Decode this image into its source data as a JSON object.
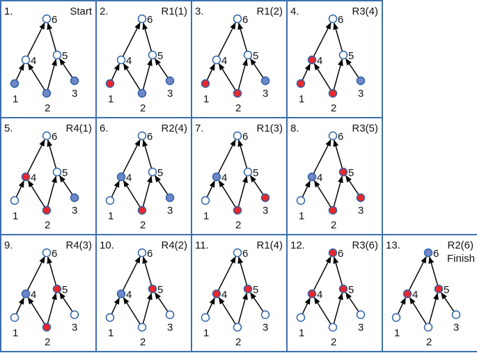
{
  "colors": {
    "frame": "#3b6fb0",
    "edge": "#000000",
    "node_stroke": "#2e63a8",
    "empty": "#ffffff",
    "blue": "#6f86c8",
    "red": "#e8282d"
  },
  "node_labels": [
    "1",
    "2",
    "3",
    "4",
    "5",
    "6"
  ],
  "edges": [
    {
      "from": "1",
      "to": "4"
    },
    {
      "from": "2",
      "to": "4"
    },
    {
      "from": "2",
      "to": "5"
    },
    {
      "from": "3",
      "to": "5"
    },
    {
      "from": "4",
      "to": "6"
    },
    {
      "from": "5",
      "to": "6"
    }
  ],
  "steps": [
    {
      "number": "1.",
      "label": "Start",
      "states": {
        "1": "blue",
        "2": "blue",
        "3": "blue",
        "4": "empty",
        "5": "empty",
        "6": "empty"
      }
    },
    {
      "number": "2.",
      "label": "R1(1)",
      "states": {
        "1": "red",
        "2": "blue",
        "3": "blue",
        "4": "empty",
        "5": "empty",
        "6": "empty"
      }
    },
    {
      "number": "3.",
      "label": "R1(2)",
      "states": {
        "1": "red",
        "2": "red",
        "3": "blue",
        "4": "empty",
        "5": "empty",
        "6": "empty"
      }
    },
    {
      "number": "4.",
      "label": "R3(4)",
      "states": {
        "1": "red",
        "2": "red",
        "3": "blue",
        "4": "red",
        "5": "empty",
        "6": "empty"
      }
    },
    {
      "number": "5.",
      "label": "R4(1)",
      "states": {
        "1": "empty",
        "2": "red",
        "3": "blue",
        "4": "red",
        "5": "empty",
        "6": "empty"
      }
    },
    {
      "number": "6.",
      "label": "R2(4)",
      "states": {
        "1": "empty",
        "2": "red",
        "3": "blue",
        "4": "blue",
        "5": "empty",
        "6": "empty"
      }
    },
    {
      "number": "7.",
      "label": "R1(3)",
      "states": {
        "1": "empty",
        "2": "red",
        "3": "red",
        "4": "blue",
        "5": "empty",
        "6": "empty"
      }
    },
    {
      "number": "8.",
      "label": "R3(5)",
      "states": {
        "1": "empty",
        "2": "red",
        "3": "red",
        "4": "blue",
        "5": "red",
        "6": "empty"
      }
    },
    {
      "number": "9.",
      "label": "R4(3)",
      "states": {
        "1": "empty",
        "2": "red",
        "3": "empty",
        "4": "blue",
        "5": "red",
        "6": "empty"
      }
    },
    {
      "number": "10.",
      "label": "R4(2)",
      "states": {
        "1": "empty",
        "2": "empty",
        "3": "empty",
        "4": "blue",
        "5": "red",
        "6": "empty"
      }
    },
    {
      "number": "11.",
      "label": "R1(4)",
      "states": {
        "1": "empty",
        "2": "empty",
        "3": "empty",
        "4": "red",
        "5": "red",
        "6": "empty"
      }
    },
    {
      "number": "12.",
      "label": "R3(6)",
      "states": {
        "1": "empty",
        "2": "empty",
        "3": "empty",
        "4": "red",
        "5": "red",
        "6": "red"
      }
    },
    {
      "number": "13.",
      "label": "R2(6)",
      "label2": "Finish",
      "states": {
        "1": "empty",
        "2": "empty",
        "3": "empty",
        "4": "red",
        "5": "red",
        "6": "blue"
      }
    }
  ]
}
